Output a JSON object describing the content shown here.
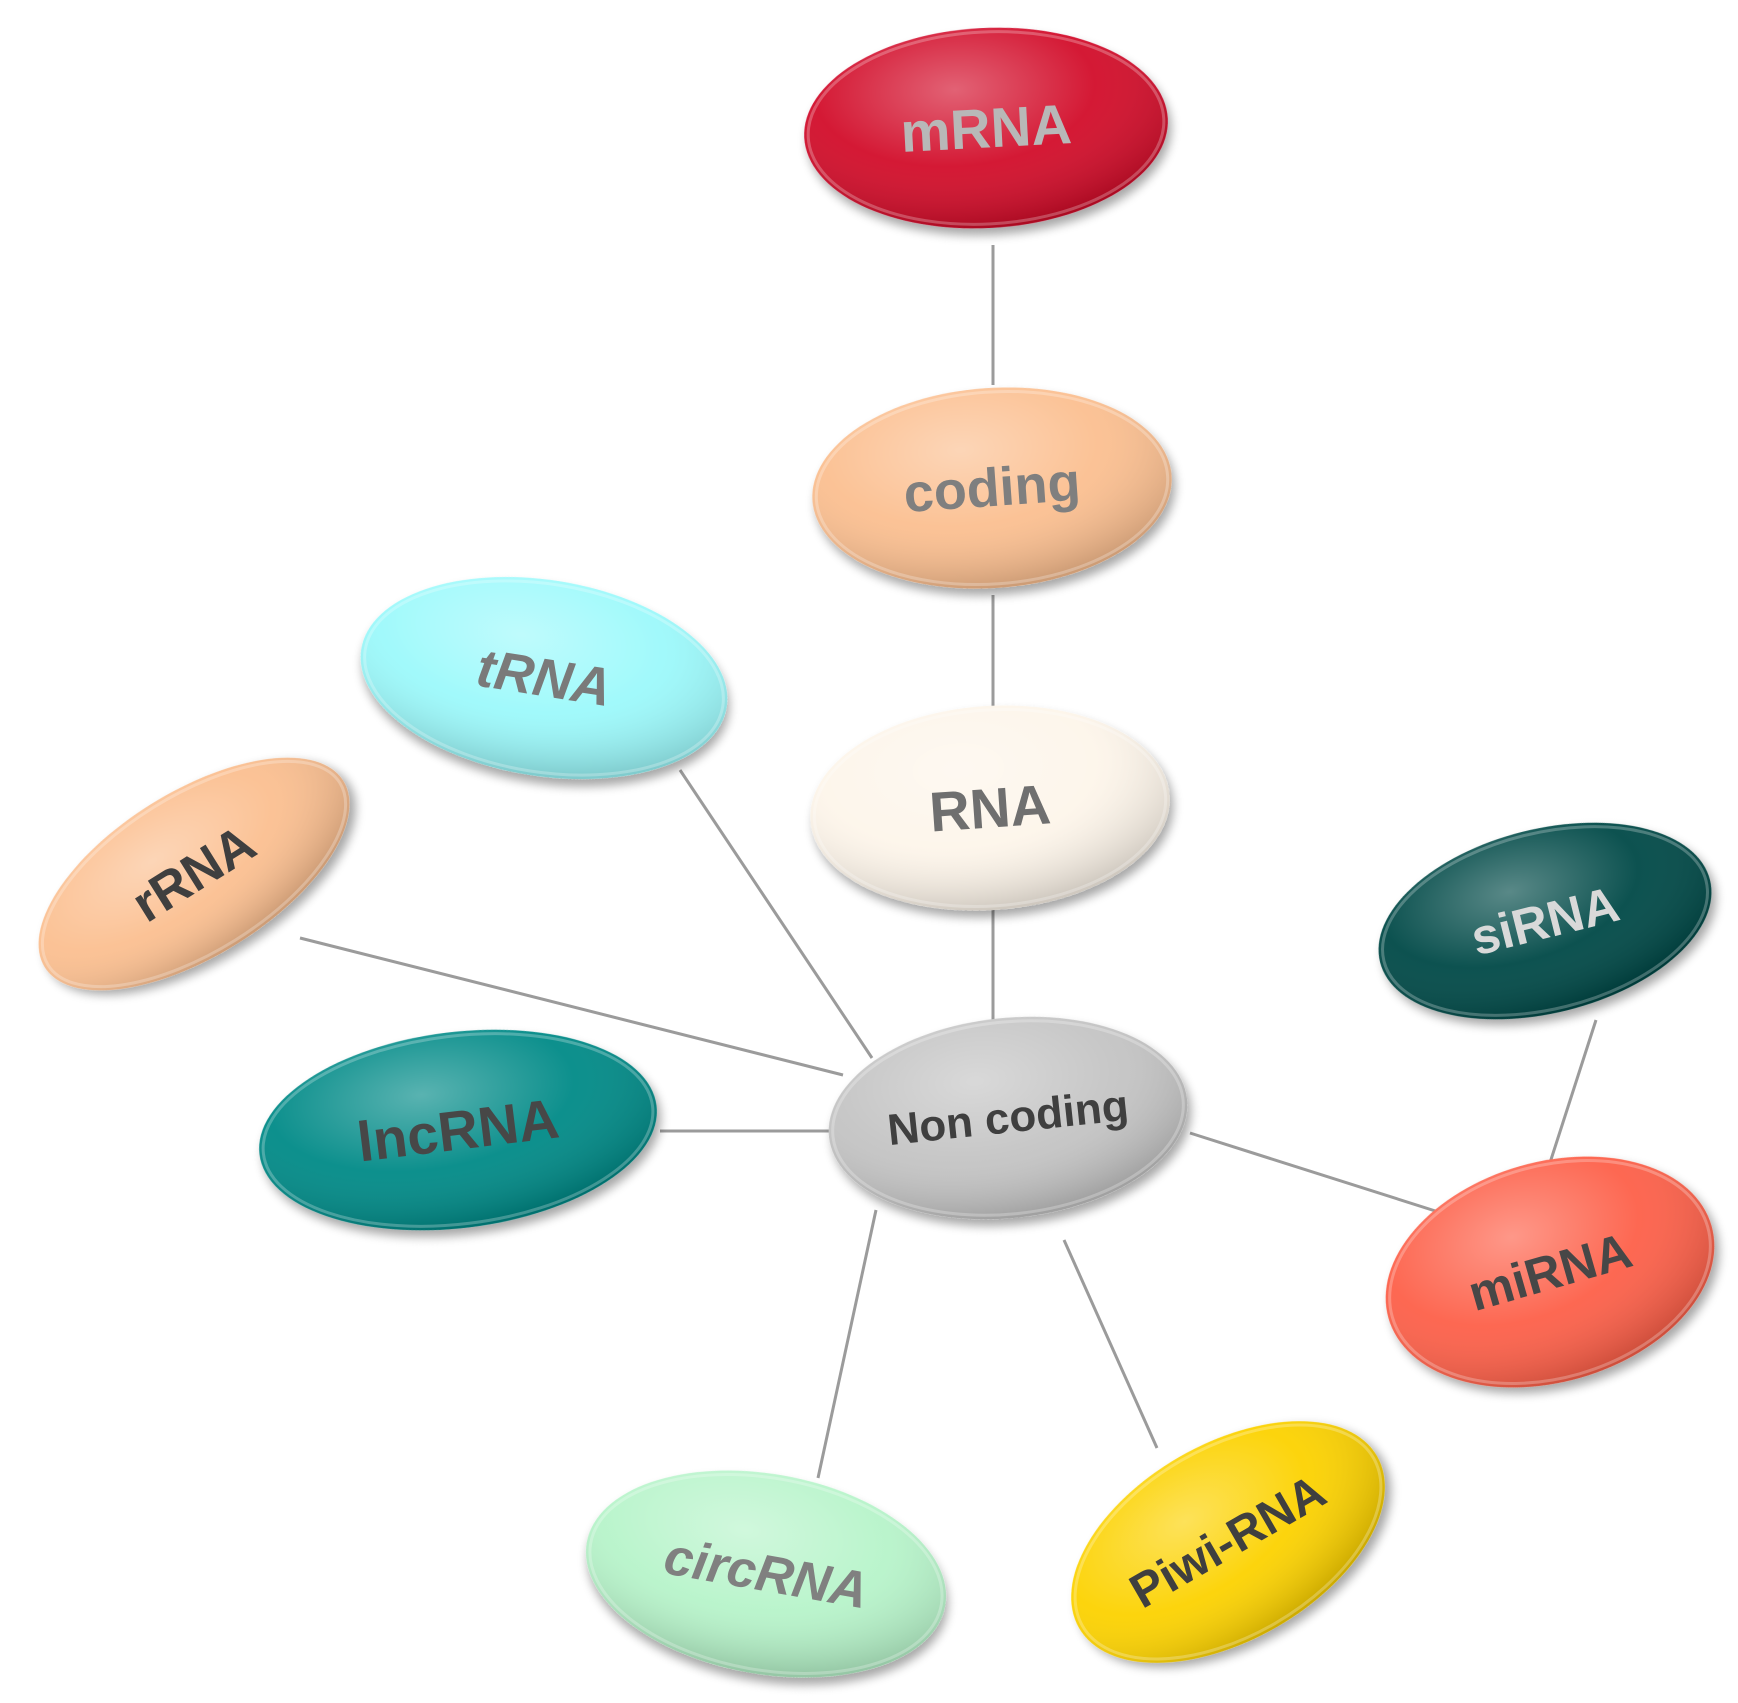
{
  "nodes": [
    {
      "id": "mrna",
      "label": "mRNA",
      "fill": "#d2072c",
      "text_color": "#b8b8b8",
      "italic": false
    },
    {
      "id": "coding",
      "label": "coding",
      "fill": "#fbbf90",
      "text_color": "#7f7f7f",
      "italic": false
    },
    {
      "id": "rna",
      "label": "RNA",
      "fill": "#fdf5ea",
      "text_color": "#6f6f6f",
      "italic": false
    },
    {
      "id": "trna",
      "label": "tRNA",
      "fill": "#9cf9fb",
      "text_color": "#7a7a7a",
      "italic": true
    },
    {
      "id": "rrna",
      "label": "rRNA",
      "fill": "#fbbf90",
      "text_color": "#3f3f3f",
      "italic": false
    },
    {
      "id": "lncrna",
      "label": "lncRNA",
      "fill": "#008a87",
      "text_color": "#474747",
      "italic": false
    },
    {
      "id": "noncoding",
      "label": "Non coding",
      "fill": "#c4c4c4",
      "text_color": "#3f3f3f",
      "italic": false
    },
    {
      "id": "sirna",
      "label": "siRNA",
      "fill": "#024a46",
      "text_color": "#d9d9d9",
      "italic": false
    },
    {
      "id": "mirna",
      "label": "miRNA",
      "fill": "#fd6048",
      "text_color": "#474747",
      "italic": false
    },
    {
      "id": "circrna",
      "label": "circRNA",
      "fill": "#b7f4ca",
      "text_color": "#808080",
      "italic": true
    },
    {
      "id": "piwirna",
      "label": "Piwi-RNA",
      "fill": "#fcd200",
      "text_color": "#3f3f3f",
      "italic": false
    }
  ],
  "edges": [
    {
      "from": "mrna",
      "to": "coding"
    },
    {
      "from": "coding",
      "to": "rna"
    },
    {
      "from": "rna",
      "to": "noncoding"
    },
    {
      "from": "trna",
      "to": "noncoding"
    },
    {
      "from": "rrna",
      "to": "noncoding"
    },
    {
      "from": "lncrna",
      "to": "noncoding"
    },
    {
      "from": "noncoding",
      "to": "mirna"
    },
    {
      "from": "sirna",
      "to": "mirna"
    },
    {
      "from": "noncoding",
      "to": "circrna"
    },
    {
      "from": "noncoding",
      "to": "piwirna"
    }
  ]
}
